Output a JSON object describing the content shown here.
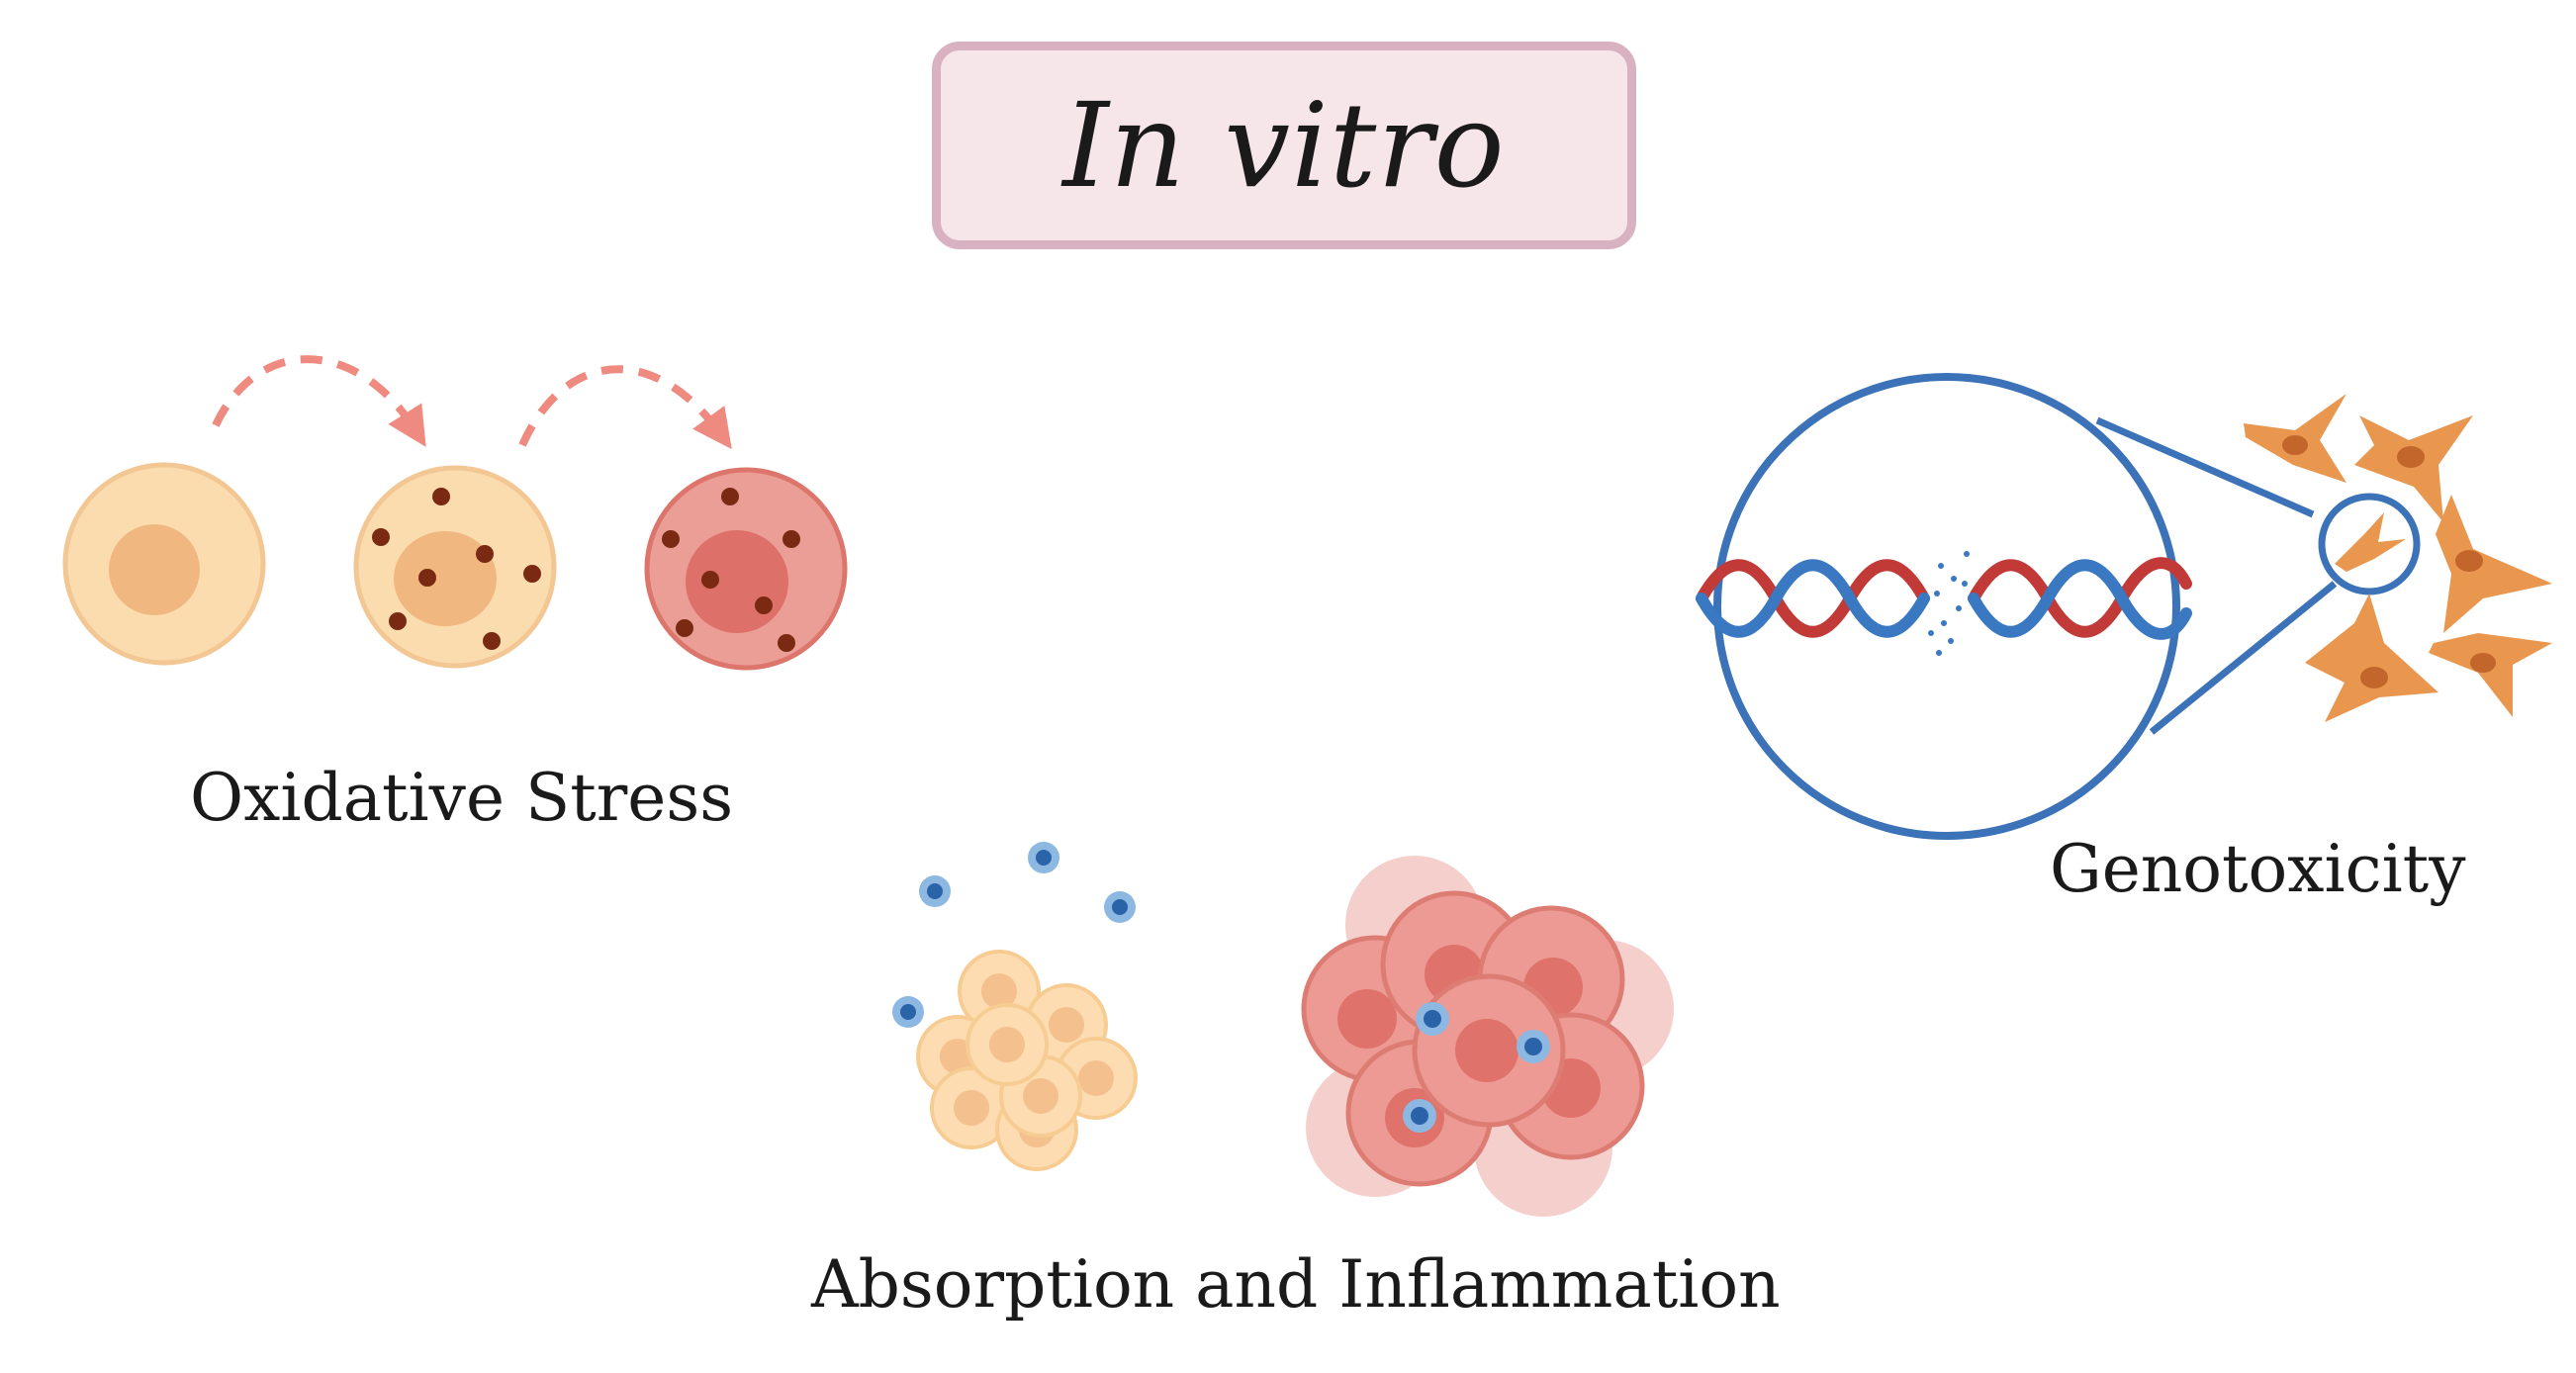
{
  "title": "In vitro",
  "labels": {
    "oxidative_stress": "Oxidative Stress",
    "absorption_inflammation": "Absorption and Inflammation",
    "genotoxicity": "Genotoxicity"
  },
  "colors": {
    "title_border": "#d9b2c1",
    "title_fill": "#f6e6ea",
    "healthy_cell_fill": "#fbdcae",
    "healthy_nucleus": "#f3b984",
    "stressed_cell_fill": "#eb9e95",
    "stressed_nucleus": "#dc6c64",
    "ros_dot": "#7a2a12",
    "arrow": "#ee8a80",
    "particle_fill": "#6a9fd4",
    "particle_core": "#2a63a8",
    "dna_strand_red": "#c23a37",
    "dna_strand_blue": "#3a78c2",
    "zoom_circle": "#3c72b7",
    "fibroblast": "#e9964f"
  }
}
